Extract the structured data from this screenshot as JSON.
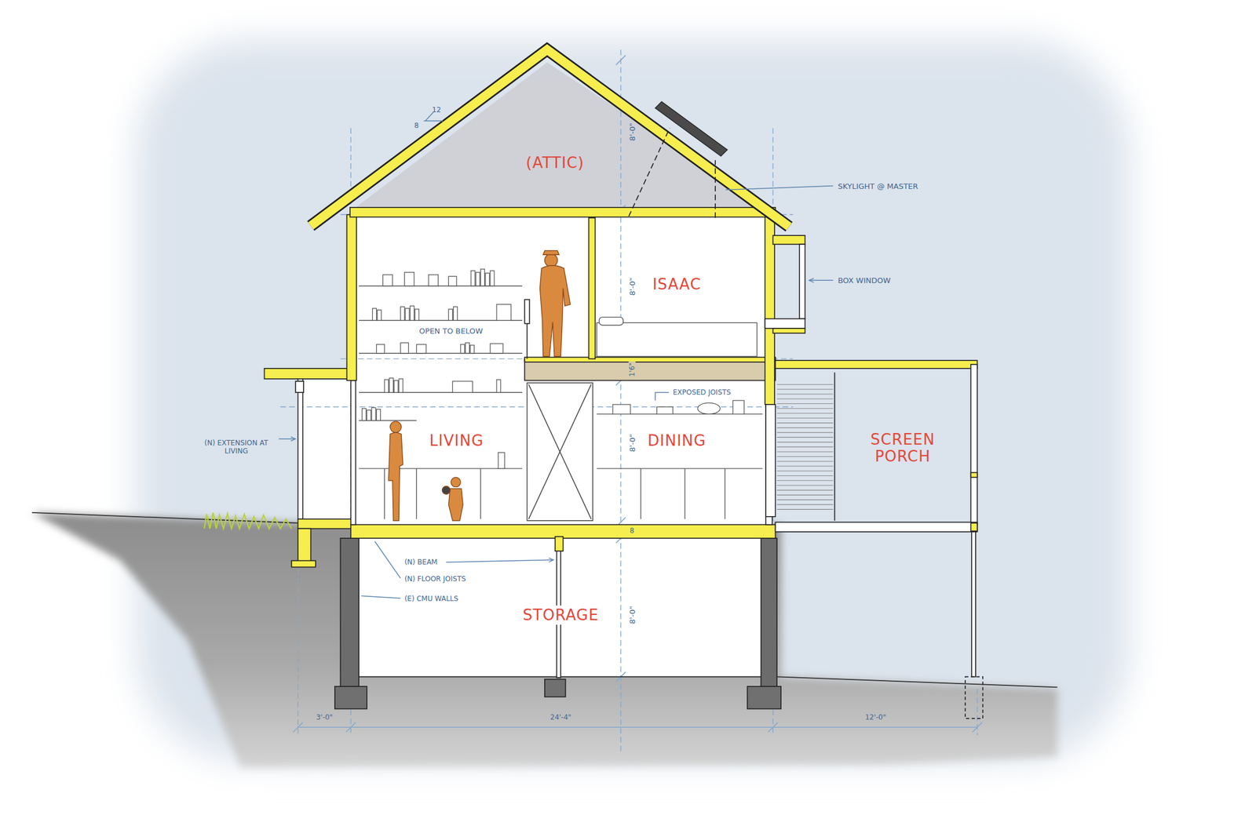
{
  "diagram": {
    "nodes": [
      {
        "text": [
          "(ATTIC)"
        ]
      },
      {
        "text": [
          "ISAAC"
        ]
      },
      {
        "text": [
          "LIVING"
        ]
      },
      {
        "text": [
          "DINING"
        ]
      },
      {
        "text": [
          "SCREEN PORCH"
        ]
      },
      {
        "text": [
          "STORAGE"
        ]
      }
    ],
    "labels": [
      "8",
      "12",
      "8'-0\"",
      "SKYLIGHT @ MASTER",
      "BOX WINDOW",
      "8'-0\"",
      "OPEN TO BELOW",
      "1'6\"",
      "EXPOSED JOISTS",
      "(N) EXTENSION AT LIVING",
      "8'-0\"",
      "8",
      "(N) BEAM",
      "(N) FLOOR JOISTS",
      "(E) CMU WALLS",
      "8'-0\"",
      "3'-0\"",
      "24'-4\"",
      "12'-0\""
    ]
  }
}
